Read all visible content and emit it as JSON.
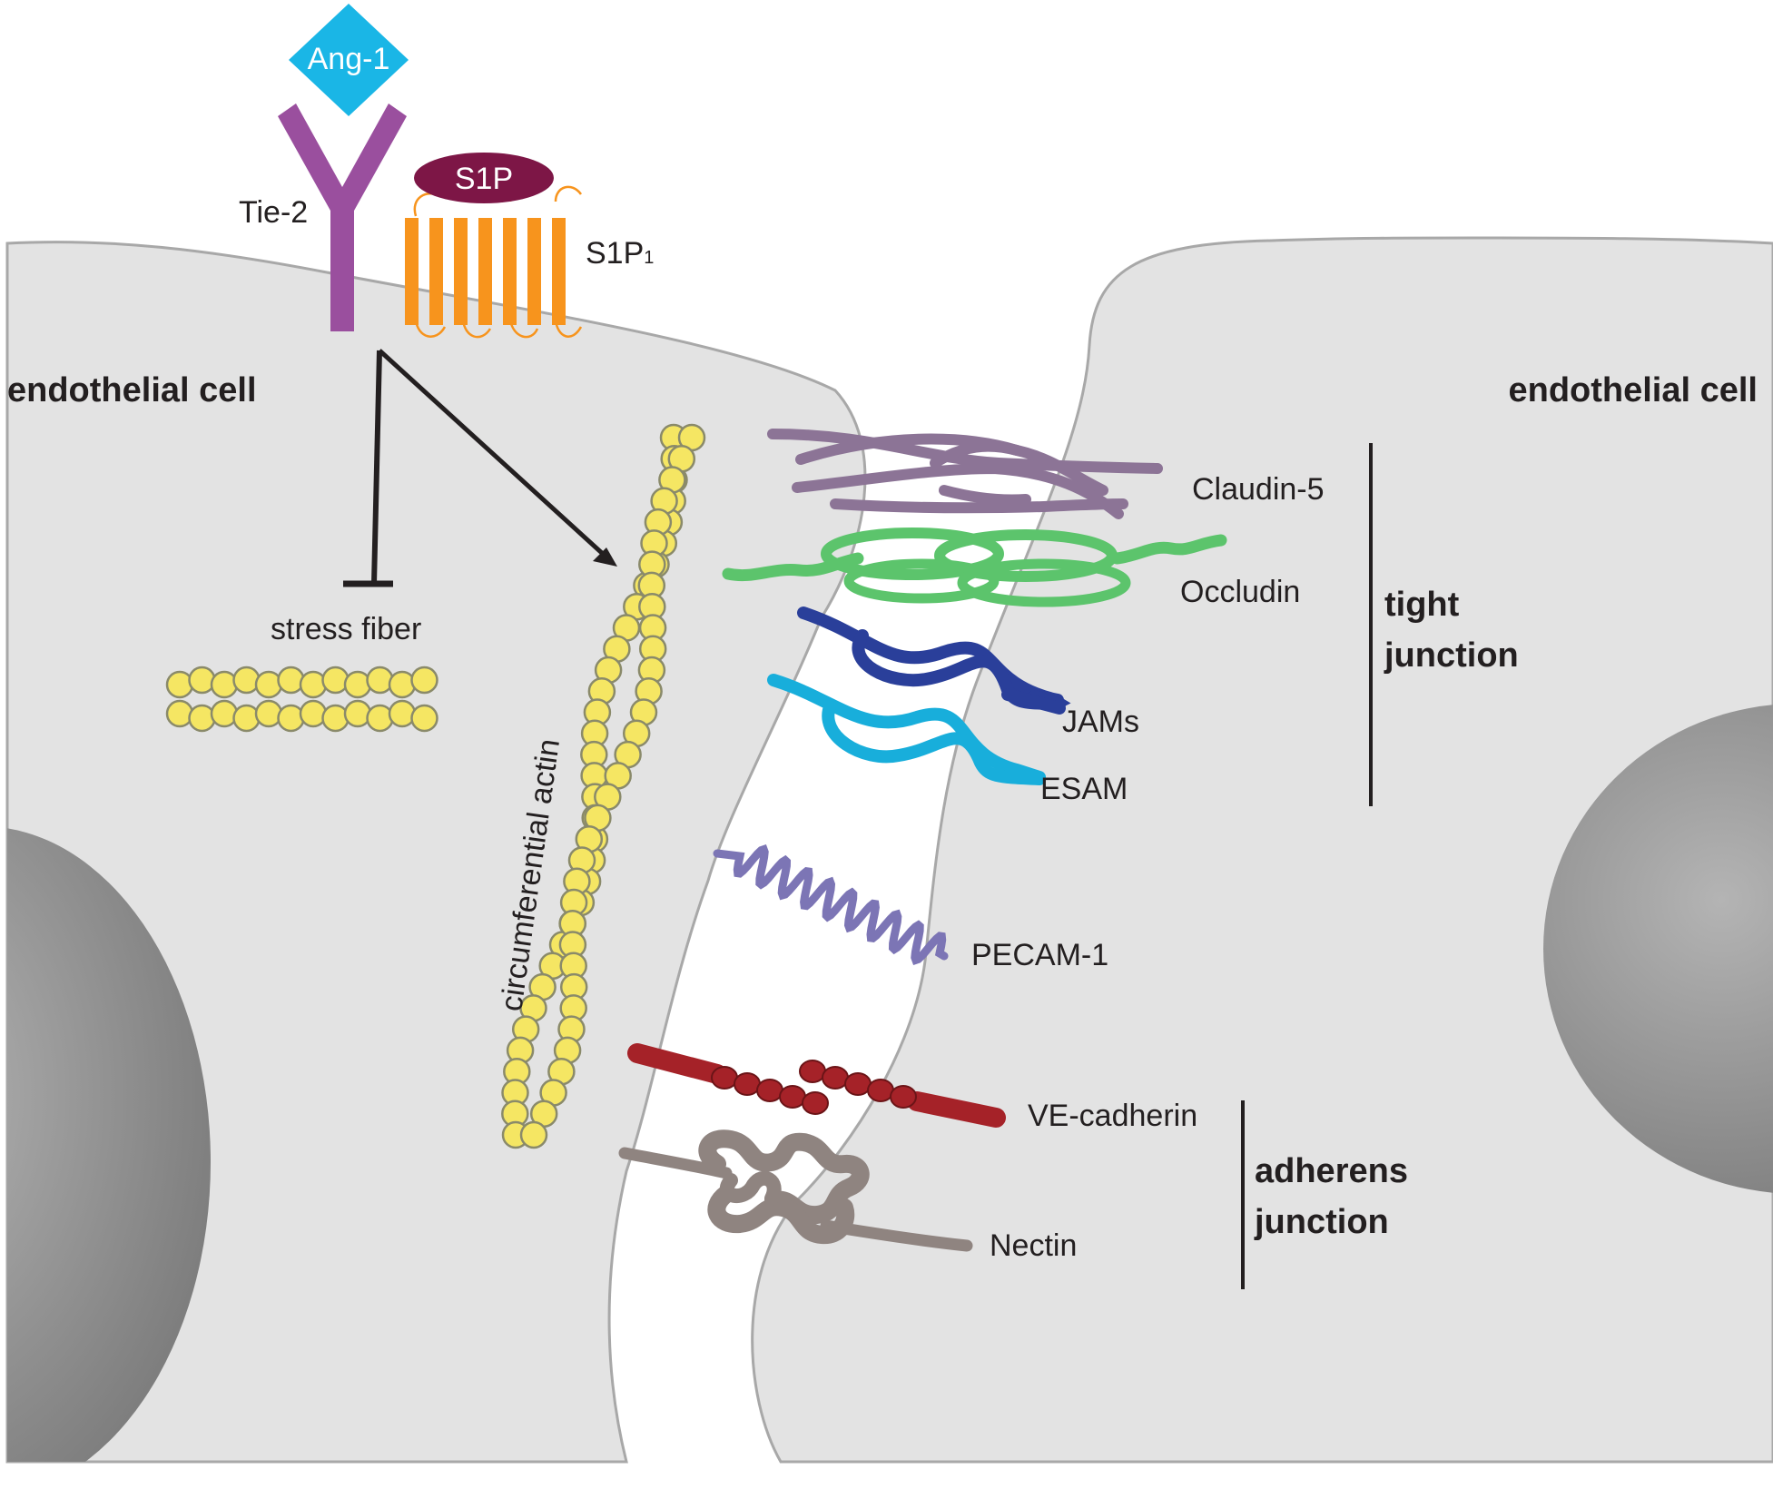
{
  "labels": {
    "ang1": "Ang-1",
    "tie2": "Tie-2",
    "s1p": "S1P",
    "s1p1_main": "S1P",
    "s1p1_sub": "1",
    "cell_left": "endothelial cell",
    "cell_right": "endothelial cell",
    "stress_fiber": "stress fiber",
    "circumferential_actin": "circumferential actin",
    "claudin5": "Claudin-5",
    "occludin": "Occludin",
    "jams": "JAMs",
    "esam": "ESAM",
    "pecam1": "PECAM-1",
    "ve_cadherin": "VE-cadherin",
    "nectin": "Nectin",
    "tight_junction_1": "tight",
    "tight_junction_2": "junction",
    "adherens_junction_1": "adherens",
    "adherens_junction_2": "junction"
  },
  "colors": {
    "cell_fill": "#e3e3e3",
    "cell_stroke": "#a8a8a8",
    "nucleus": "#8d8d8d",
    "ang1": "#1ab6e6",
    "tie2": "#9a4f9e",
    "s1p": "#7d1646",
    "s1p1": "#f7941d",
    "actin": "#f5e663",
    "claudin": "#8c7496",
    "occludin": "#5cc46c",
    "jams": "#2a3f9a",
    "esam": "#18aedb",
    "pecam": "#7c75b5",
    "vecadherin": "#a52228",
    "nectin": "#8f8480"
  }
}
